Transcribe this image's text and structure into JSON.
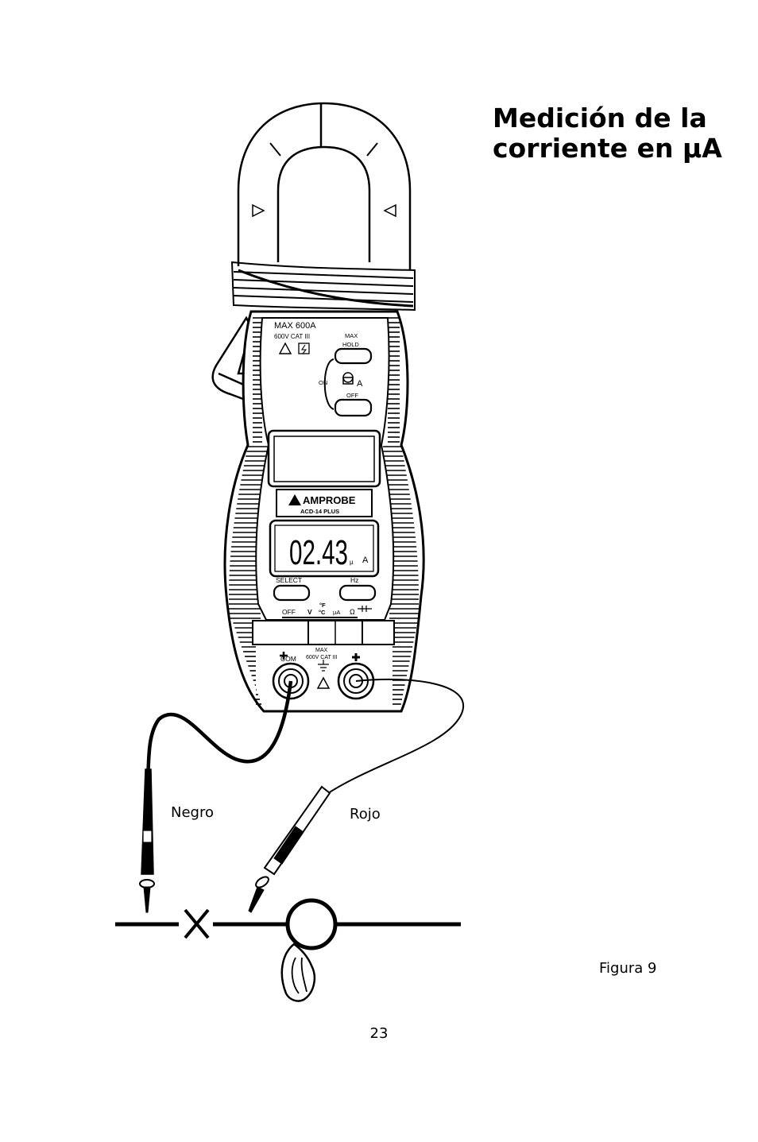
{
  "title": "Medición de la corriente en µA",
  "labels": {
    "black": "Negro",
    "red": "Rojo"
  },
  "figure": "Figura 9",
  "page_number": "23",
  "meter": {
    "max_rating": "MAX 600A",
    "cat_rating": "600V CAT III",
    "max_hold": [
      "MAX",
      "HOLD"
    ],
    "on": "ON",
    "off": "OFF",
    "brand": "AMPROBE",
    "model": "ACD-14 PLUS",
    "reading": "02.43",
    "unit_prefix": "µ",
    "unit": "A",
    "select": "SELECT",
    "hz": "Hz",
    "dial_off": "OFF",
    "dial_v": "V",
    "dial_f": "°F",
    "dial_c": "°C",
    "dial_ua": "µA",
    "dial_ohm": "Ω",
    "com": "COM",
    "jack_max": "MAX",
    "jack_cat": "600V CAT III"
  }
}
